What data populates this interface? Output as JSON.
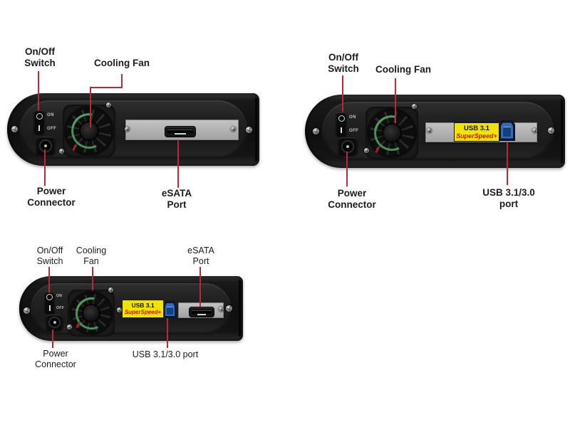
{
  "colors": {
    "red": "#b72b35",
    "yellow": "#f2e400",
    "ssred": "#cc1111",
    "blue": "#2e6bc2",
    "silver": "#c2c2c2",
    "green": "#4f9f63",
    "text": "#1c1c1c"
  },
  "panels": [
    {
      "labels": {
        "switch": "On/Off\nSwitch",
        "fan": "Cooling Fan",
        "power": "Power\nConnector",
        "esata": "eSATA\nPort"
      },
      "switch": {
        "on": "ON",
        "off": "OFF"
      }
    },
    {
      "labels": {
        "switch": "On/Off\nSwitch",
        "fan": "Cooling Fan",
        "power": "Power\nConnector",
        "usb": "USB 3.1/3.0\nport"
      },
      "switch": {
        "on": "ON",
        "off": "OFF"
      },
      "usb_label": {
        "line1": "USB 3.1",
        "line2": "SuperSpeed+"
      }
    },
    {
      "labels": {
        "switch": "On/Off\nSwitch",
        "fan": "Cooling\nFan",
        "esata": "eSATA\nPort",
        "power": "Power\nConnector",
        "usb": "USB 3.1/3.0 port"
      },
      "switch": {
        "on": "ON",
        "off": "OFF"
      },
      "usb_label": {
        "line1": "USB 3.1",
        "line2": "SuperSpeed+"
      }
    }
  ]
}
